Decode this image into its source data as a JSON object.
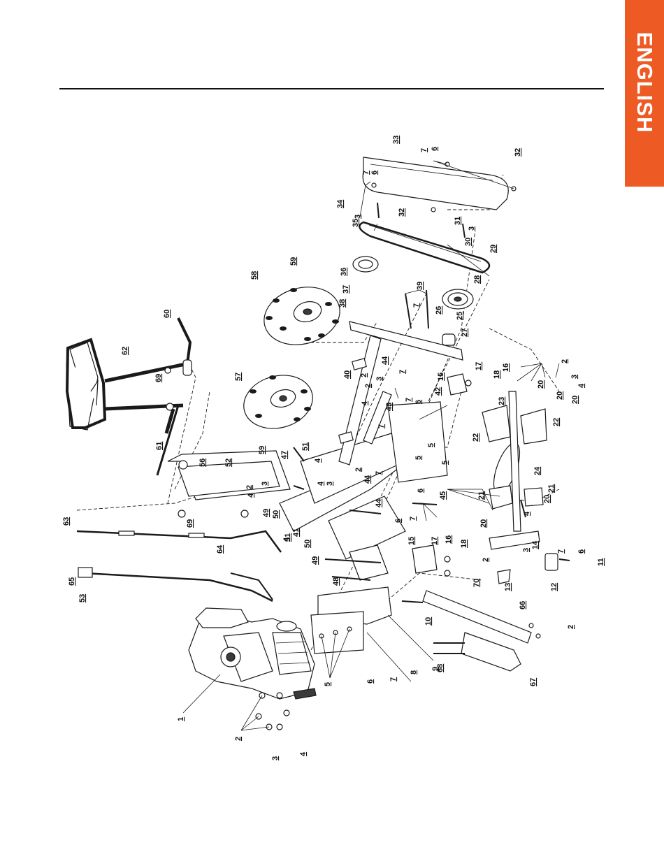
{
  "header": {
    "language_tab": "ENGLISH",
    "tab_color": "#ee5a24"
  },
  "diagram": {
    "callouts": {
      "c1": "1",
      "c2a": "2",
      "c2b": "2",
      "c2c": "2",
      "c2d": "2",
      "c2e": "2",
      "c2f": "2",
      "c3a": "3",
      "c3b": "3",
      "c3c": "3",
      "c3d": "3",
      "c3e": "3",
      "c3f": "3",
      "c3g": "3",
      "c4a": "4",
      "c4b": "4",
      "c4c": "4",
      "c4d": "4",
      "c4e": "4",
      "c4f": "4",
      "c5a": "5",
      "c5b": "5",
      "c5c": "5",
      "c5d": "5",
      "c6a": "6",
      "c6b": "6",
      "c6c": "6",
      "c6d": "6",
      "c6e": "6",
      "c6f": "6",
      "c6g": "6",
      "c7a": "7",
      "c7b": "7",
      "c7c": "7",
      "c7d": "7",
      "c7e": "7",
      "c7f": "7",
      "c7g": "7",
      "c7h": "7",
      "c8": "8",
      "c9": "9",
      "c10": "10",
      "c11": "11",
      "c12": "12",
      "c13": "13",
      "c14": "14",
      "c15a": "15",
      "c15b": "15",
      "c16a": "16",
      "c16b": "16",
      "c17a": "17",
      "c17b": "17",
      "c18a": "18",
      "c18b": "18",
      "c20a": "20",
      "c20b": "20",
      "c20c": "20",
      "c20d": "20",
      "c20e": "20",
      "c21a": "21",
      "c21b": "21",
      "c22a": "22",
      "c22b": "22",
      "c23": "23",
      "c24": "24",
      "c25": "25",
      "c26": "26",
      "c27": "27",
      "c28": "28",
      "c29": "29",
      "c30": "30",
      "c31": "31",
      "c32a": "32",
      "c32b": "32",
      "c33": "33",
      "c34": "34",
      "c35": "35",
      "c36": "36",
      "c37": "37",
      "c38": "38",
      "c39": "39",
      "c40": "40",
      "c41": "41",
      "c42": "42",
      "c43": "43",
      "c44a": "44",
      "c44b": "44",
      "c44c": "44",
      "c45": "45",
      "c47": "47",
      "c48": "48",
      "c49a": "49",
      "c49b": "49",
      "c50a": "50",
      "c50b": "50",
      "c51a": "51",
      "c51b": "51",
      "c52": "52",
      "c53": "53",
      "c56": "56",
      "c57": "57",
      "c58": "58",
      "c59a": "59",
      "c59b": "59",
      "c60": "60",
      "c61": "61",
      "c62": "62",
      "c63": "63",
      "c64": "64",
      "c65": "65",
      "c66": "66",
      "c67": "67",
      "c68": "68",
      "c69a": "69",
      "c69b": "69",
      "c70": "70"
    }
  }
}
